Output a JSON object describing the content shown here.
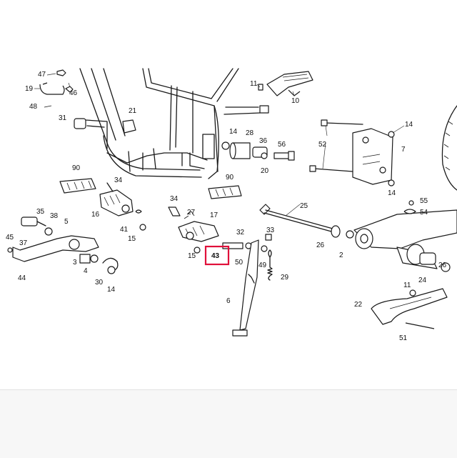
{
  "labels": {
    "l1": "47",
    "l2": "46",
    "l3": "19",
    "l4": "48",
    "l5": "31",
    "l6": "21",
    "l7": "11",
    "l8": "10",
    "l9": "14",
    "l10": "28",
    "l11": "36",
    "l12": "56",
    "l13": "20",
    "l14": "52",
    "l15": "14",
    "l16": "7",
    "l17": "14",
    "l18": "90",
    "l19": "34",
    "l20": "90",
    "l21": "34",
    "l22": "16",
    "l23": "27",
    "l24": "17",
    "l25": "41",
    "l26": "15",
    "l27": "15",
    "l28": "35",
    "l29": "38",
    "l30": "5",
    "l31": "45",
    "l32": "37",
    "l33": "44",
    "l34": "3",
    "l35": "4",
    "l36": "30",
    "l37": "14",
    "l38": "32",
    "l39": "33",
    "l40": "50",
    "l41": "49",
    "l42": "29",
    "l43": "6",
    "l44": "25",
    "l45": "55",
    "l46": "54",
    "l47": "26",
    "l48": "2",
    "l49": "24",
    "l50": "26",
    "l51": "11",
    "l52": "22",
    "l53": "51"
  },
  "highlight": {
    "label": "43",
    "color": "#e0103a"
  }
}
